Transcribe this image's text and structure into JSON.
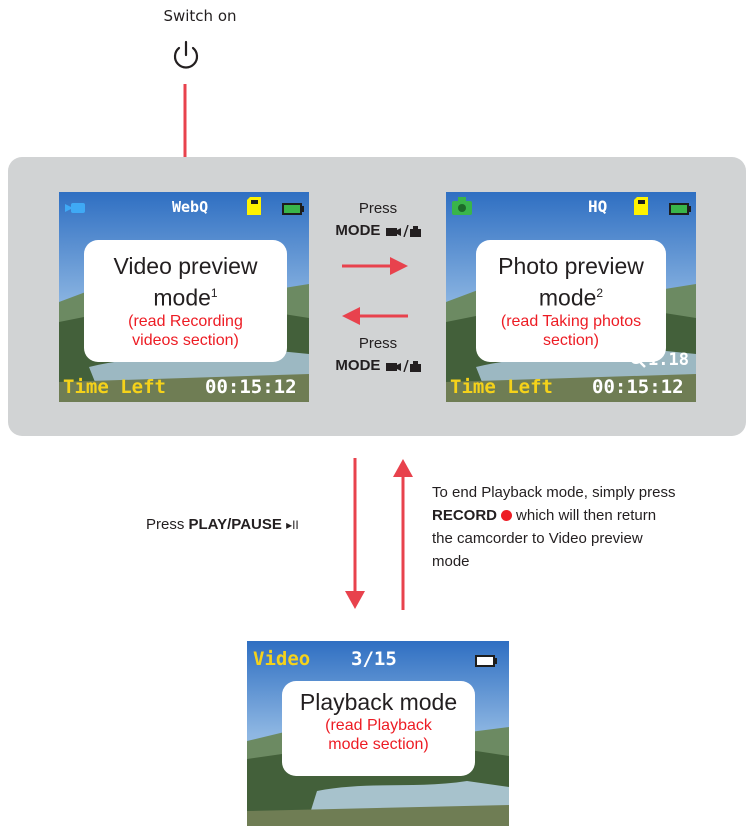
{
  "top": {
    "switch_label": "Switch on",
    "power_icon": "power-icon"
  },
  "video_screen": {
    "mode_icon": "video-camera-icon",
    "quality": "WebQ",
    "storage_icon": "sd-card-icon",
    "battery_icon": "battery-icon",
    "time_left_label": "Time Left",
    "time_value": "00:15:12",
    "callout_title": "Video preview",
    "callout_title2": "mode",
    "footnote": "1",
    "callout_sub": "(read Recording",
    "callout_sub2": "videos section)"
  },
  "photo_screen": {
    "mode_icon": "camera-icon",
    "quality": "HQ",
    "storage_icon": "sd-card-icon",
    "battery_icon": "battery-icon",
    "zoom_value": "1.18",
    "time_left_label": "Time Left",
    "time_value": "00:15:12",
    "callout_title": "Photo preview",
    "callout_title2": "mode",
    "footnote": "2",
    "callout_sub": "(read Taking photos",
    "callout_sub2": "section)"
  },
  "mode_switch": {
    "press": "Press",
    "button_label": "MODE",
    "button_glyph": "video-camera / camera icon"
  },
  "playback_transition": {
    "press": "Press",
    "button_label": "PLAY/PAUSE",
    "button_glyph": "▸II",
    "return_text_1": "To end Playback mode, simply press",
    "record_label": "RECORD",
    "return_text_2": "which will then return",
    "return_text_3": "the camcorder to Video preview",
    "return_text_4": "mode"
  },
  "playback_screen": {
    "video_label": "Video",
    "counter": "3/15",
    "battery_icon": "battery-icon",
    "callout_title": "Playback mode",
    "callout_sub": "(read Playback",
    "callout_sub2": "mode section)"
  },
  "colors": {
    "arrow": "#e8424d",
    "panel": "#d1d3d4",
    "accent_red": "#ed1c24",
    "hud_yellow": "#f5d21a"
  }
}
